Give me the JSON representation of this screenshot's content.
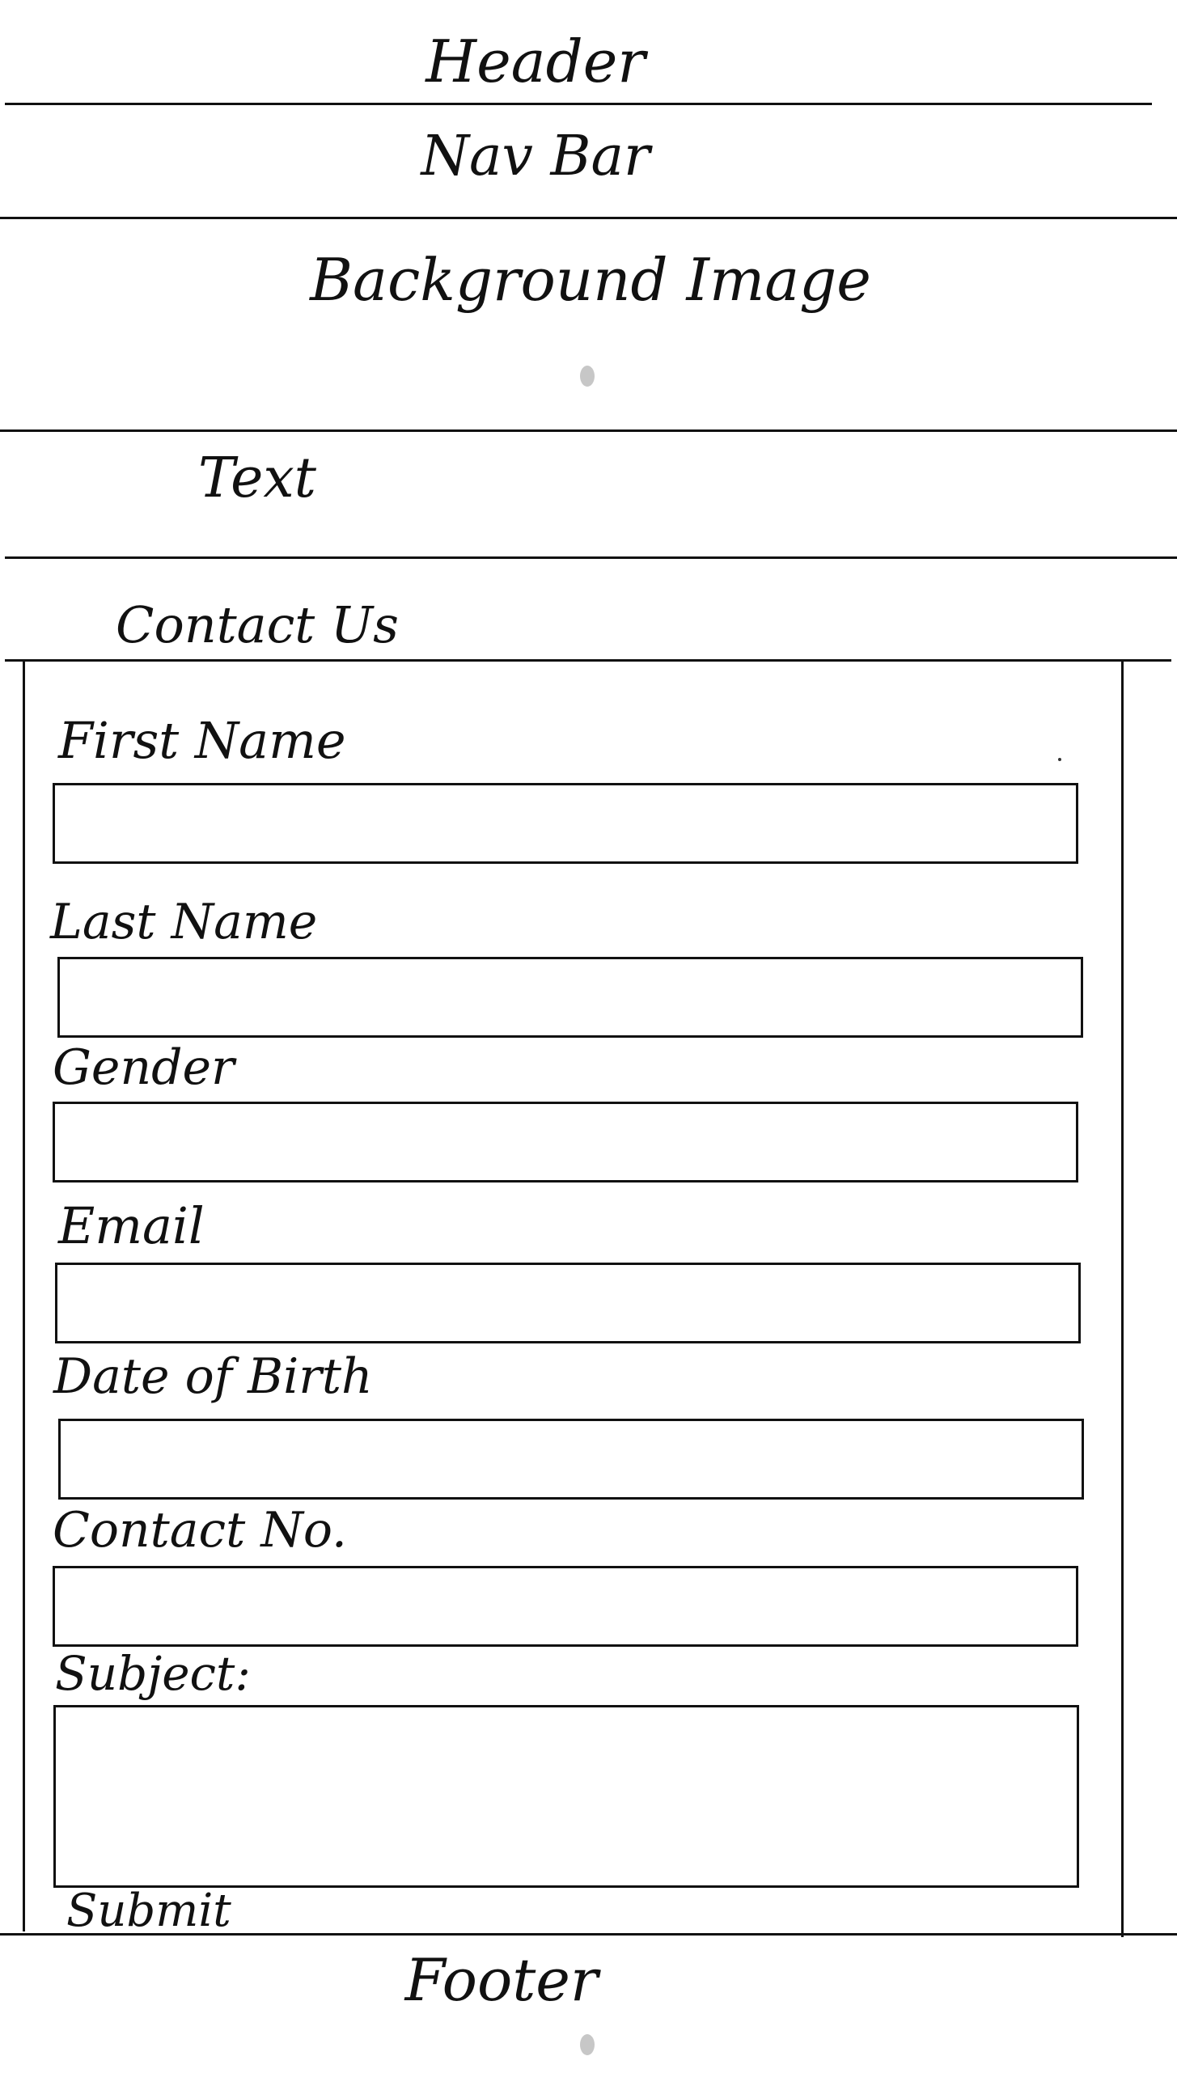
{
  "header": {
    "label": "Header"
  },
  "nav": {
    "label": "Nav Bar"
  },
  "hero": {
    "label": "Background Image"
  },
  "text_section": {
    "label": "Text"
  },
  "contact": {
    "title": "Contact Us",
    "fields": {
      "first_name": {
        "label": "First Name",
        "value": ""
      },
      "last_name": {
        "label": "Last Name",
        "value": ""
      },
      "gender": {
        "label": "Gender",
        "value": ""
      },
      "email": {
        "label": "Email",
        "value": ""
      },
      "dob": {
        "label": "Date of Birth",
        "value": ""
      },
      "contact_no": {
        "label": "Contact No.",
        "value": ""
      },
      "subject": {
        "label": "Subject:",
        "value": ""
      }
    },
    "submit_label": "Submit"
  },
  "footer": {
    "label": "Footer"
  }
}
